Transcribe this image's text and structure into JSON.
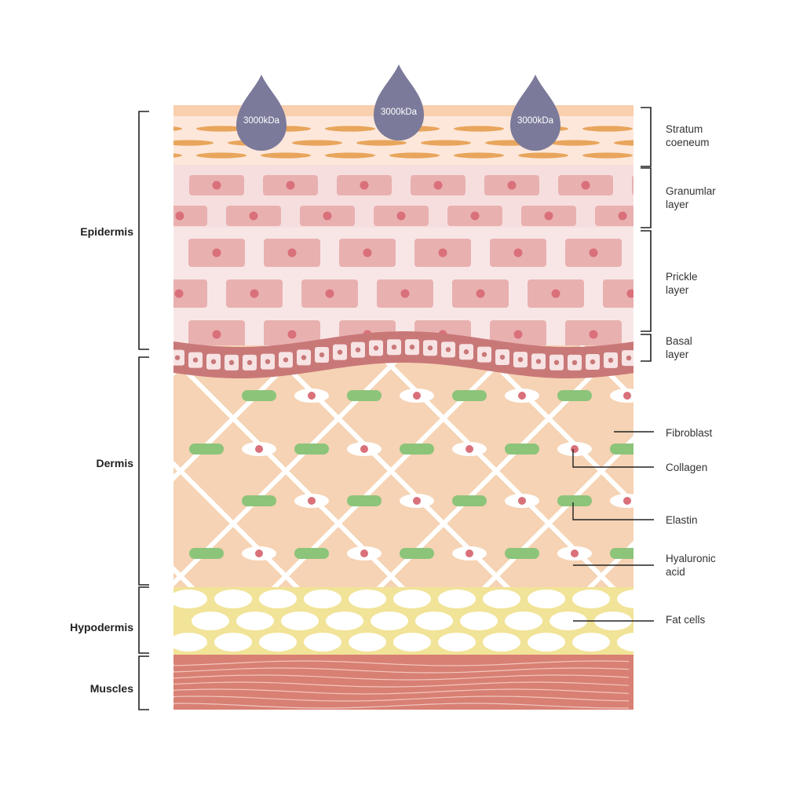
{
  "molecule": {
    "drops": [
      {
        "label": "3000kDa"
      },
      {
        "label": "3000kDa"
      },
      {
        "label": "3000kDa"
      }
    ],
    "color": "#7b7a9a"
  },
  "layers": [
    {
      "key": "epidermis",
      "label": "Epidermis"
    },
    {
      "key": "dermis",
      "label": "Dermis"
    },
    {
      "key": "hypodermis",
      "label": "Hypodermis"
    },
    {
      "key": "muscles",
      "label": "Muscles"
    }
  ],
  "sublayers": [
    {
      "key": "stratum",
      "line1": "Stratum",
      "line2": "coeneum"
    },
    {
      "key": "granular",
      "line1": "Granumlar",
      "line2": "layer"
    },
    {
      "key": "prickle",
      "line1": "Prickle",
      "line2": "layer"
    },
    {
      "key": "basal",
      "line1": "Basal",
      "line2": "layer"
    }
  ],
  "components": [
    {
      "key": "fibroblast",
      "line1": "Fibroblast",
      "line2": ""
    },
    {
      "key": "collagen",
      "line1": "Collagen",
      "line2": ""
    },
    {
      "key": "elastin",
      "line1": "Elastin",
      "line2": ""
    },
    {
      "key": "hyaluronic",
      "line1": "Hyaluronic",
      "line2": "acid"
    },
    {
      "key": "fat",
      "line1": "Fat cells",
      "line2": ""
    }
  ],
  "colors": {
    "stratum_bg": "#fbe3d6",
    "stratum_cells": "#e8a55c",
    "epidermis_bg": "#f7e3e3",
    "epi_cell": "#e9b0b0",
    "epi_nucleus": "#d9707a",
    "basal_band": "#c97878",
    "dermis_bg": "#f5d3b4",
    "collagen": "#8cc47a",
    "hypodermis_bg": "#f1e397",
    "muscle": "#d88074"
  }
}
